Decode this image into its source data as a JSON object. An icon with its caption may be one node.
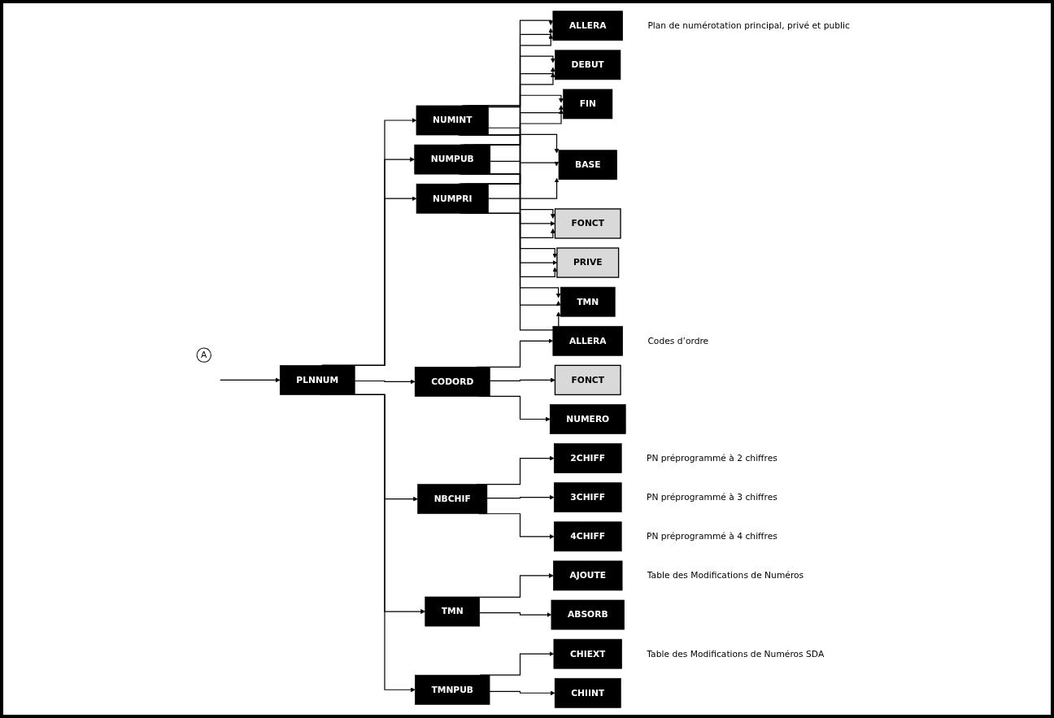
{
  "diagram": {
    "nodes": [
      {
        "text": [
          "PLNNUM"
        ]
      },
      {
        "text": [
          "A"
        ]
      },
      {
        "text": [
          "NUMINT"
        ]
      },
      {
        "text": [
          "NUMPUB"
        ]
      },
      {
        "text": [
          "NUMPRI"
        ]
      },
      {
        "text": [
          "ALLERA"
        ],
        "beside": [
          "Plan de numérotation principal, privé et public"
        ]
      },
      {
        "text": [
          "DEBUT"
        ]
      },
      {
        "text": [
          "FIN"
        ]
      },
      {
        "text": [
          "BASE"
        ]
      },
      {
        "text": [
          "FONCT"
        ]
      },
      {
        "text": [
          "PRIVE"
        ]
      },
      {
        "text": [
          "TMN"
        ]
      },
      {
        "text": [
          "CODORD"
        ]
      },
      {
        "text": [
          "ALLERA"
        ],
        "beside": [
          "Codes d’ordre"
        ]
      },
      {
        "text": [
          "FONCT"
        ]
      },
      {
        "text": [
          "NUMERO"
        ]
      },
      {
        "text": [
          "NBCHIF"
        ]
      },
      {
        "text": [
          "2CHIFF"
        ],
        "beside": [
          "PN préprogrammé à 2 chiffres"
        ]
      },
      {
        "text": [
          "3CHIFF"
        ],
        "beside": [
          "PN préprogrammé à 3 chiffres"
        ]
      },
      {
        "text": [
          "4CHIFF"
        ],
        "beside": [
          "PN préprogrammé à 4 chiffres"
        ]
      },
      {
        "text": [
          "TMN"
        ]
      },
      {
        "text": [
          "AJOUTE"
        ],
        "beside": [
          "Table des Modifications de Numéros"
        ]
      },
      {
        "text": [
          "ABSORB"
        ]
      },
      {
        "text": [
          "TMNPUB"
        ]
      },
      {
        "text": [
          "CHIEXT"
        ],
        "beside": [
          "Table des Modifications de Numéros SDA"
        ]
      },
      {
        "text": [
          "CHIINT"
        ]
      }
    ],
    "edges": [
      {
        "from": null,
        "to": 0,
        "arrow": "to"
      },
      {
        "from": 0,
        "to": 2,
        "arrow": "to"
      },
      {
        "from": 0,
        "to": 3,
        "arrow": "to"
      },
      {
        "from": 0,
        "to": 4,
        "arrow": "to"
      },
      {
        "from": 0,
        "to": 12,
        "arrow": "to"
      },
      {
        "from": 0,
        "to": 16,
        "arrow": "to"
      },
      {
        "from": 0,
        "to": 20,
        "arrow": "to"
      },
      {
        "from": 0,
        "to": 23,
        "arrow": "to"
      },
      {
        "from": 2,
        "to": 5,
        "arrow": "to"
      },
      {
        "from": 2,
        "to": 6,
        "arrow": "to"
      },
      {
        "from": 2,
        "to": 7,
        "arrow": "to"
      },
      {
        "from": 2,
        "to": 8,
        "arrow": "to"
      },
      {
        "from": 2,
        "to": 9,
        "arrow": "to"
      },
      {
        "from": 2,
        "to": 10,
        "arrow": "to"
      },
      {
        "from": 2,
        "to": 11,
        "arrow": "to"
      },
      {
        "from": 3,
        "to": 5,
        "arrow": "to"
      },
      {
        "from": 3,
        "to": 6,
        "arrow": "to"
      },
      {
        "from": 3,
        "to": 7,
        "arrow": "to"
      },
      {
        "from": 3,
        "to": 8,
        "arrow": "to"
      },
      {
        "from": 3,
        "to": 9,
        "arrow": "to"
      },
      {
        "from": 3,
        "to": 10,
        "arrow": "to"
      },
      {
        "from": 3,
        "to": 11,
        "arrow": "to"
      },
      {
        "from": 4,
        "to": 5,
        "arrow": "to"
      },
      {
        "from": 4,
        "to": 6,
        "arrow": "to"
      },
      {
        "from": 4,
        "to": 7,
        "arrow": "to"
      },
      {
        "from": 4,
        "to": 8,
        "arrow": "to"
      },
      {
        "from": 4,
        "to": 9,
        "arrow": "to"
      },
      {
        "from": 4,
        "to": 10,
        "arrow": "to"
      },
      {
        "from": 4,
        "to": 11,
        "arrow": "to"
      },
      {
        "from": 12,
        "to": 13,
        "arrow": "to"
      },
      {
        "from": 12,
        "to": 14,
        "arrow": "to"
      },
      {
        "from": 12,
        "to": 15,
        "arrow": "to"
      },
      {
        "from": 16,
        "to": 17,
        "arrow": "to"
      },
      {
        "from": 16,
        "to": 18,
        "arrow": "to"
      },
      {
        "from": 16,
        "to": 19,
        "arrow": "to"
      },
      {
        "from": 20,
        "to": 21,
        "arrow": "to"
      },
      {
        "from": 20,
        "to": 22,
        "arrow": "to"
      },
      {
        "from": 23,
        "to": 24,
        "arrow": "to"
      },
      {
        "from": 23,
        "to": 25,
        "arrow": "to"
      }
    ]
  }
}
